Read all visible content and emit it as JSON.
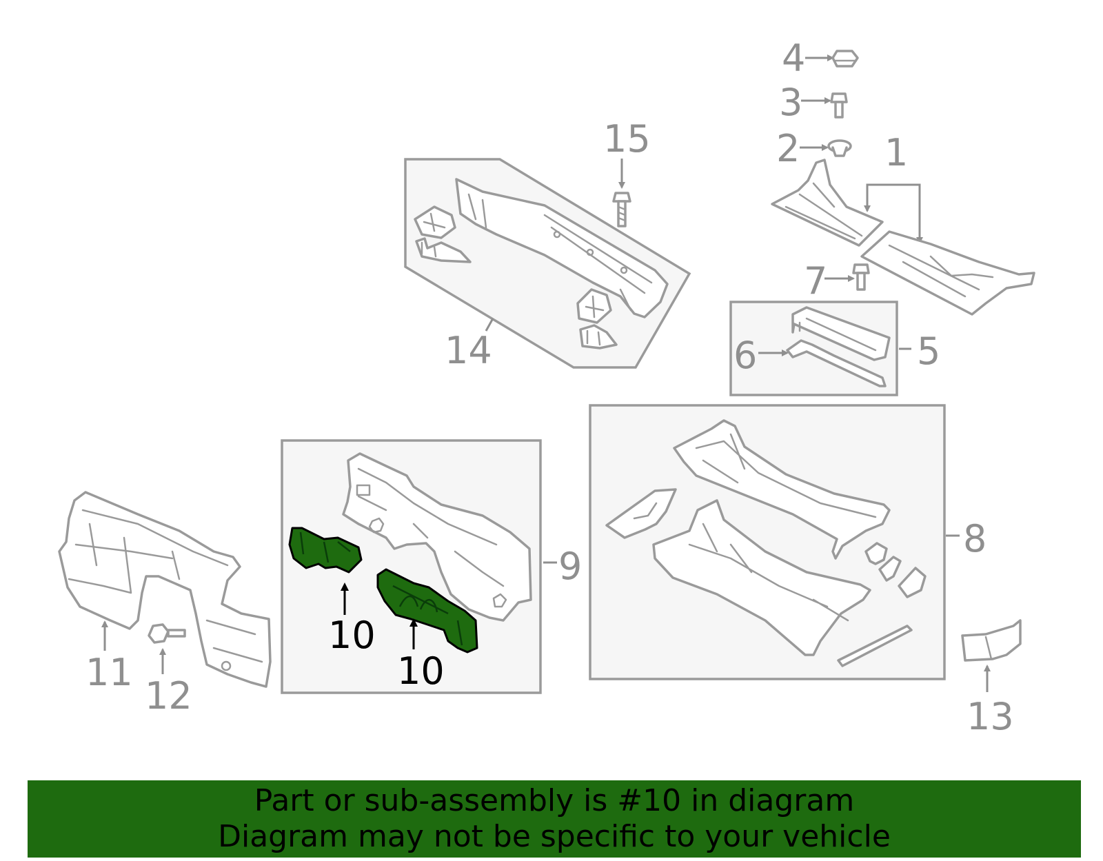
{
  "callouts": {
    "c1": "1",
    "c2": "2",
    "c3": "3",
    "c4": "4",
    "c5": "5",
    "c6": "6",
    "c7": "7",
    "c8": "8",
    "c9": "9",
    "c10a": "10",
    "c10b": "10",
    "c11": "11",
    "c12": "12",
    "c13": "13",
    "c14": "14",
    "c15": "15"
  },
  "highlighted_part": "10",
  "colors": {
    "highlight": "#1e6b0f",
    "banner": "#1e6b0f",
    "line": "#9a9a9a",
    "box_fill": "#f6f6f6"
  },
  "banner": {
    "line1": "Part or sub-assembly is #10 in diagram",
    "line2": "Diagram may not be specific to your vehicle"
  }
}
